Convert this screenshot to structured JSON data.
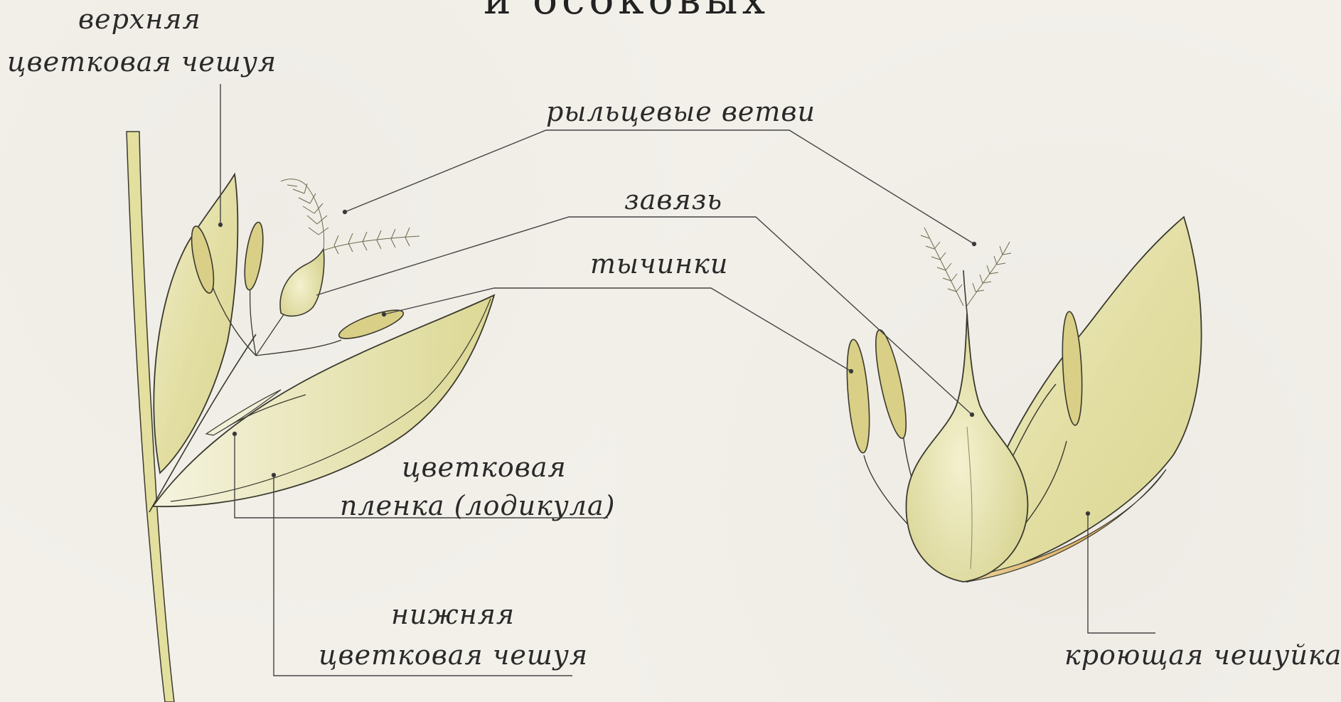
{
  "title_fragment": "и осоковых",
  "labels": {
    "upper_scale_1": "верхняя",
    "upper_scale_2": "цветковая чешуя",
    "stigma_branches": "рыльцевые ветви",
    "ovary": "завязь",
    "stamens": "тычинки",
    "lodicule_1": "цветковая",
    "lodicule_2": "пленка (лодикула)",
    "lower_scale_1": "нижняя",
    "lower_scale_2": "цветковая чешуя",
    "covering_scale": "кроющая чешуйка"
  },
  "colors": {
    "leaf_fill": "#e4e0a8",
    "leaf_light": "#f1efcc",
    "anther": "#d9cf86",
    "outline": "#3a3a2e",
    "leader": "#444444",
    "rust": "#d9a05a"
  }
}
